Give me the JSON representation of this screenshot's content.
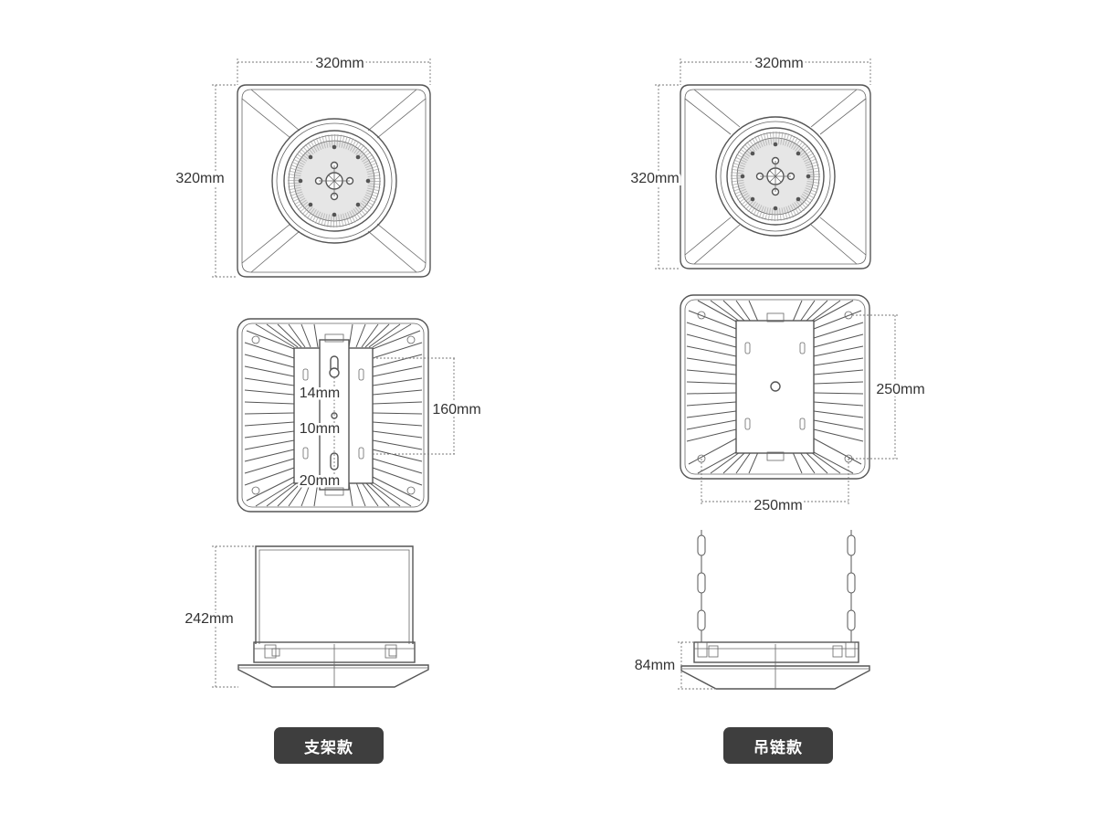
{
  "dimensions": {
    "bracket_top_width": "320mm",
    "bracket_top_height": "320mm",
    "bracket_hole_spacing": "160mm",
    "bracket_slot_14": "14mm",
    "bracket_slot_10": "10mm",
    "bracket_slot_20": "20mm",
    "bracket_side_height": "242mm",
    "chain_top_width": "320mm",
    "chain_top_height": "320mm",
    "chain_back_height": "250mm",
    "chain_back_width": "250mm",
    "chain_side_height": "84mm"
  },
  "labels": {
    "bracket_model": "支架款",
    "chain_model": "吊链款"
  },
  "colors": {
    "line": "#555555",
    "badge_bg": "#3e3e3e",
    "badge_text": "#ffffff"
  }
}
